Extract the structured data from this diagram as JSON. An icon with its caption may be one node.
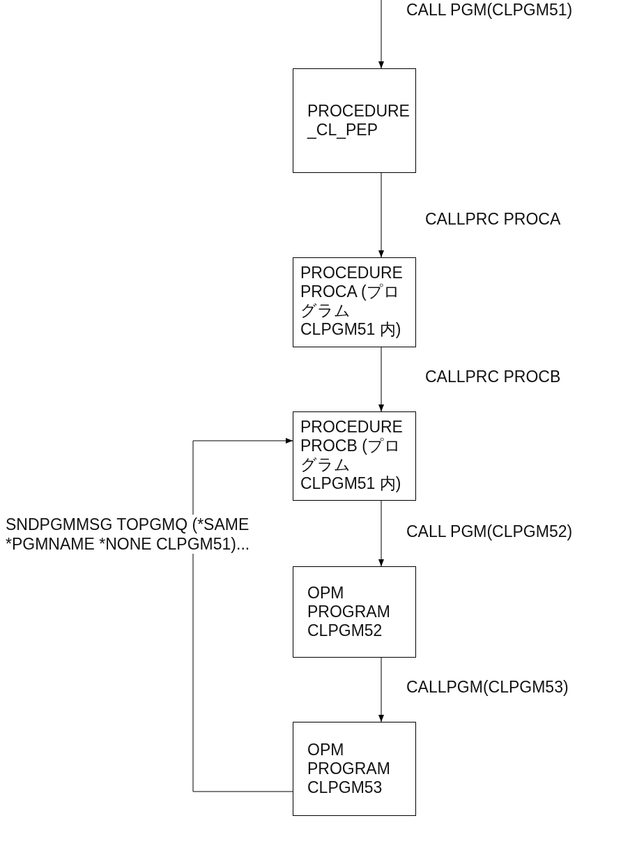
{
  "diagram": {
    "nodes": [
      {
        "text": [
          "PROCEDURE _CL_PEP"
        ]
      },
      {
        "text": [
          "PROCEDURE PROCA (プログラム CLPGM51 内)"
        ]
      },
      {
        "text": [
          "PROCEDURE PROCB (プログラム CLPGM51 内)"
        ]
      },
      {
        "text": [
          "OPM PROGRAM CLPGM52"
        ]
      },
      {
        "text": [
          "OPM PROGRAM CLPGM53"
        ]
      }
    ],
    "edges": [
      {
        "from": null,
        "to": 0,
        "arrow": "to",
        "label": "CALL PGM(CLPGM51)"
      },
      {
        "from": 0,
        "to": 1,
        "arrow": "to",
        "label": "CALLPRC PROCA"
      },
      {
        "from": 1,
        "to": 2,
        "arrow": "to",
        "label": "CALLPRC PROCB"
      },
      {
        "from": 2,
        "to": 3,
        "arrow": "to",
        "label": "CALL PGM(CLPGM52)"
      },
      {
        "from": 3,
        "to": 4,
        "arrow": "to",
        "label": "CALLPGM(CLPGM53)"
      },
      {
        "from": 4,
        "to": 2,
        "arrow": "to",
        "label": "SNDPGMMSG TOPGMQ (*SAME *PGMNAME *NONE CLPGM51)..."
      }
    ]
  }
}
